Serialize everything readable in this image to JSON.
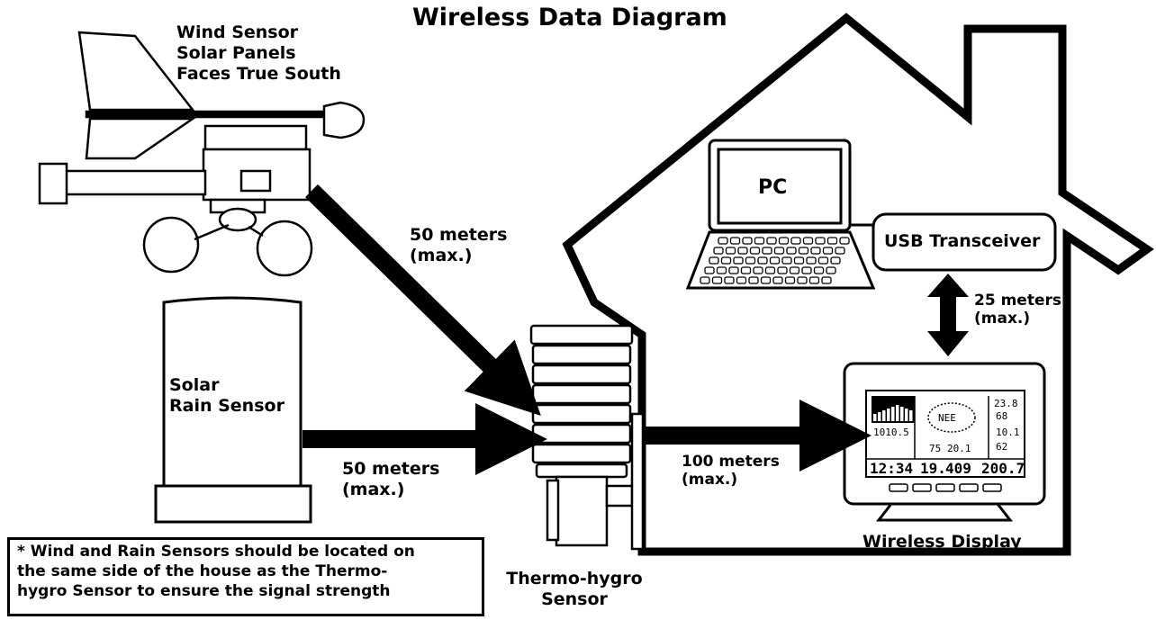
{
  "title": "Wireless Data Diagram",
  "labels": {
    "wind_sensor": "Wind Sensor\nSolar Panels\nFaces True South",
    "solar_rain": "Solar\nRain Sensor",
    "dist_wind": "50 meters\n(max.)",
    "dist_rain": "50 meters\n(max.)",
    "dist_display": "100 meters\n(max.)",
    "dist_usb": "25 meters\n(max.)",
    "pc": "PC",
    "usb_transceiver": "USB Transceiver",
    "wireless_display": "Wireless Display",
    "thermo_hygro": "Thermo-hygro\nSensor"
  },
  "note": "* Wind and Rain Sensors should be located on\nthe same side of the house as the Thermo-\nhygro Sensor to ensure the signal strength",
  "display_screen": {
    "direction": "NEE",
    "time": "12:34",
    "date_a": "19.",
    "date_b": "409",
    "pressure": "1010.5",
    "temp_in": "23.8",
    "humidity_in": "68",
    "wind_value": "10.1",
    "humidity_out": "62",
    "temp_out": "20.1",
    "temp_small": "75",
    "rain": "200.7"
  }
}
